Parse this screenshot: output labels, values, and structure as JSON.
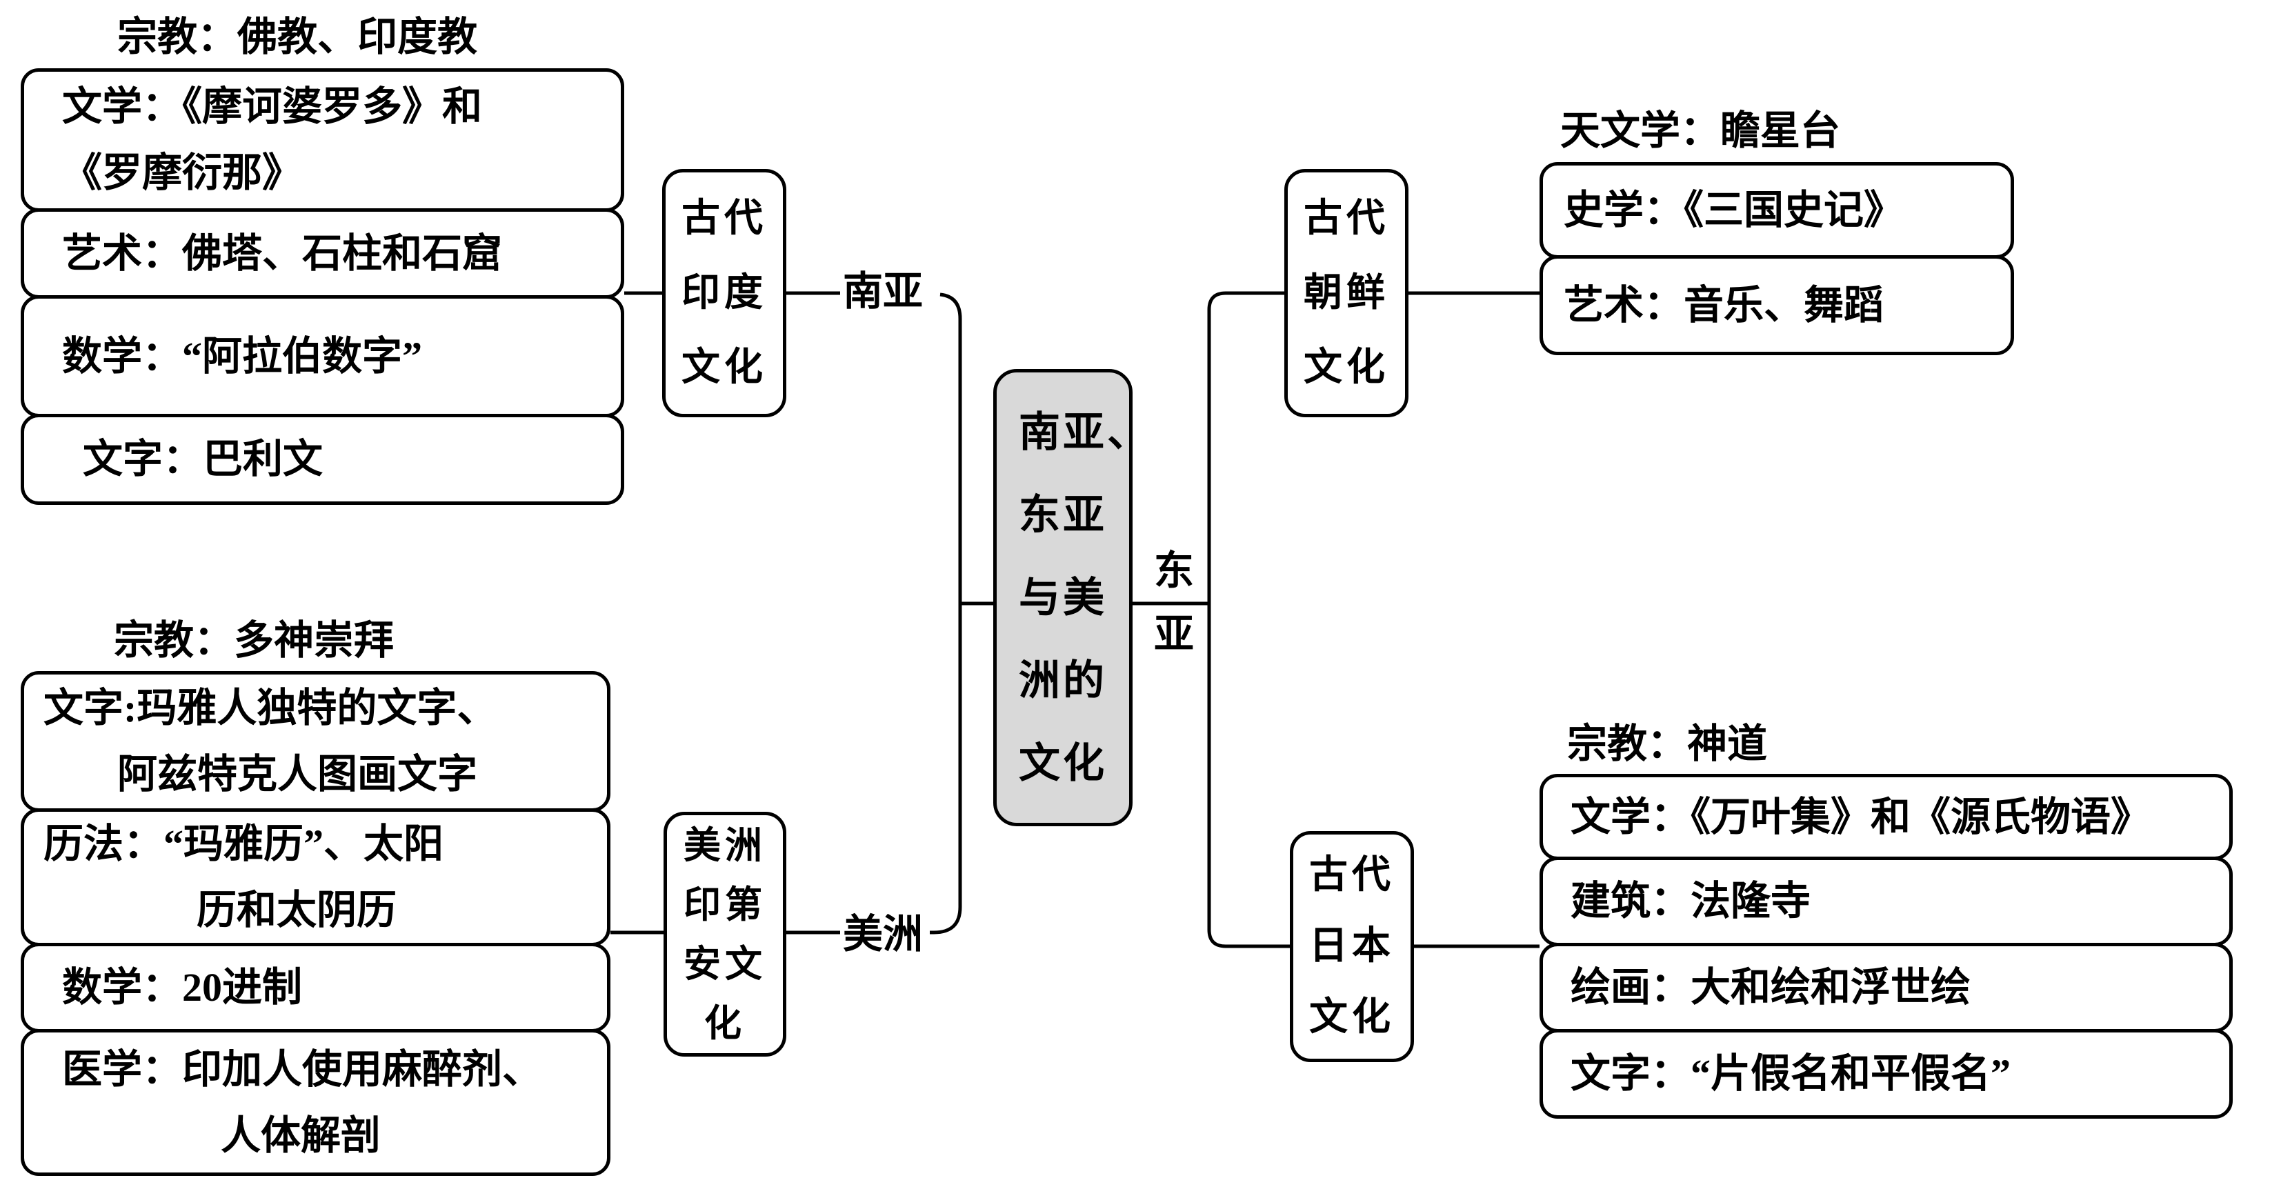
{
  "diagram_title": "南亚、东亚与美洲的文化",
  "center": {
    "lines": [
      "南亚、",
      "东亚",
      "与美",
      "洲的",
      "文化"
    ]
  },
  "branch_labels": {
    "south_asia": "南亚",
    "americas": "美洲",
    "east_asia_lines": [
      "东",
      "亚"
    ]
  },
  "nodes": {
    "india": {
      "lines": [
        "古代",
        "印度",
        "文化"
      ]
    },
    "korea": {
      "lines": [
        "古代",
        "朝鲜",
        "文化"
      ]
    },
    "japan": {
      "lines": [
        "古代",
        "日本",
        "文化"
      ]
    },
    "american_indian": {
      "lines": [
        "美洲",
        "印第",
        "安文",
        "化"
      ]
    }
  },
  "stacks": {
    "india": [
      {
        "lines": [
          "宗教：佛教、印度教"
        ]
      },
      {
        "lines": [
          "文学：《摩诃婆罗多》和",
          "《罗摩衍那》"
        ]
      },
      {
        "lines": [
          "艺术：佛塔、石柱和石窟"
        ]
      },
      {
        "lines": [
          "数学：“阿拉伯数字”"
        ]
      },
      {
        "lines": [
          "文字：巴利文"
        ]
      }
    ],
    "american_indian": [
      {
        "lines": [
          "宗教：多神崇拜"
        ]
      },
      {
        "lines": [
          "文字:玛雅人独特的文字、",
          "阿兹特克人图画文字"
        ]
      },
      {
        "lines": [
          "历法：“玛雅历”、太阳",
          "历和太阴历"
        ]
      },
      {
        "lines": [
          "数学：20进制"
        ]
      },
      {
        "lines": [
          "医学：印加人使用麻醉剂、",
          "人体解剖"
        ]
      }
    ],
    "korea": [
      {
        "lines": [
          "天文学：瞻星台"
        ]
      },
      {
        "lines": [
          "史学：《三国史记》"
        ]
      },
      {
        "lines": [
          "艺术：音乐、舞蹈"
        ]
      }
    ],
    "japan": [
      {
        "lines": [
          "宗教：神道"
        ]
      },
      {
        "lines": [
          "文学：《万叶集》和《源氏物语》"
        ]
      },
      {
        "lines": [
          "建筑：法隆寺"
        ]
      },
      {
        "lines": [
          "绘画：大和绘和浮世绘"
        ]
      },
      {
        "lines": [
          "文字：“片假名和平假名”"
        ]
      }
    ]
  },
  "colors": {
    "line": "#000000",
    "text": "#000000",
    "center_fill": "#d9d9d9",
    "box_fill": "#ffffff",
    "background": "#ffffff"
  }
}
